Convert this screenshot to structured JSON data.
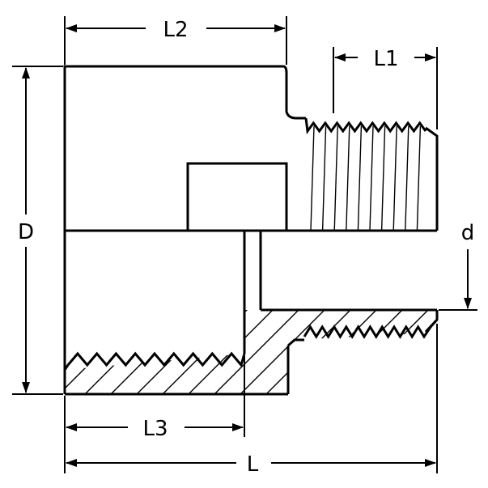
{
  "labels": {
    "l2": "L2",
    "l1": "L1",
    "d_outer": "D",
    "d_inner": "d",
    "l3": "L3",
    "l": "L"
  },
  "colors": {
    "line": "#000000",
    "background": "#ffffff"
  }
}
